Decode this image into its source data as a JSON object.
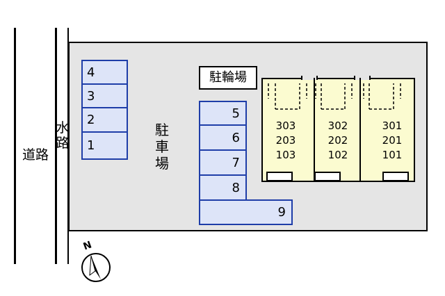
{
  "road_label": "道路",
  "waterway_label": [
    "水",
    "路"
  ],
  "parking_label": [
    "駐",
    "車",
    "場"
  ],
  "bicycle_parking_label": "駐輪場",
  "parking_spaces_left": [
    "4",
    "3",
    "2",
    "1"
  ],
  "parking_spaces_center": [
    "5",
    "6",
    "7",
    "8"
  ],
  "parking_space_9": "9",
  "building_units": [
    [
      "303",
      "203",
      "103"
    ],
    [
      "302",
      "202",
      "102"
    ],
    [
      "301",
      "201",
      "101"
    ]
  ],
  "north_label": "N",
  "colors": {
    "lot_fill": "#e5e5e5",
    "parking_slot_fill": "#dde4f8",
    "parking_slot_border": "#1e3da8",
    "building_fill": "#fbfbd0"
  }
}
